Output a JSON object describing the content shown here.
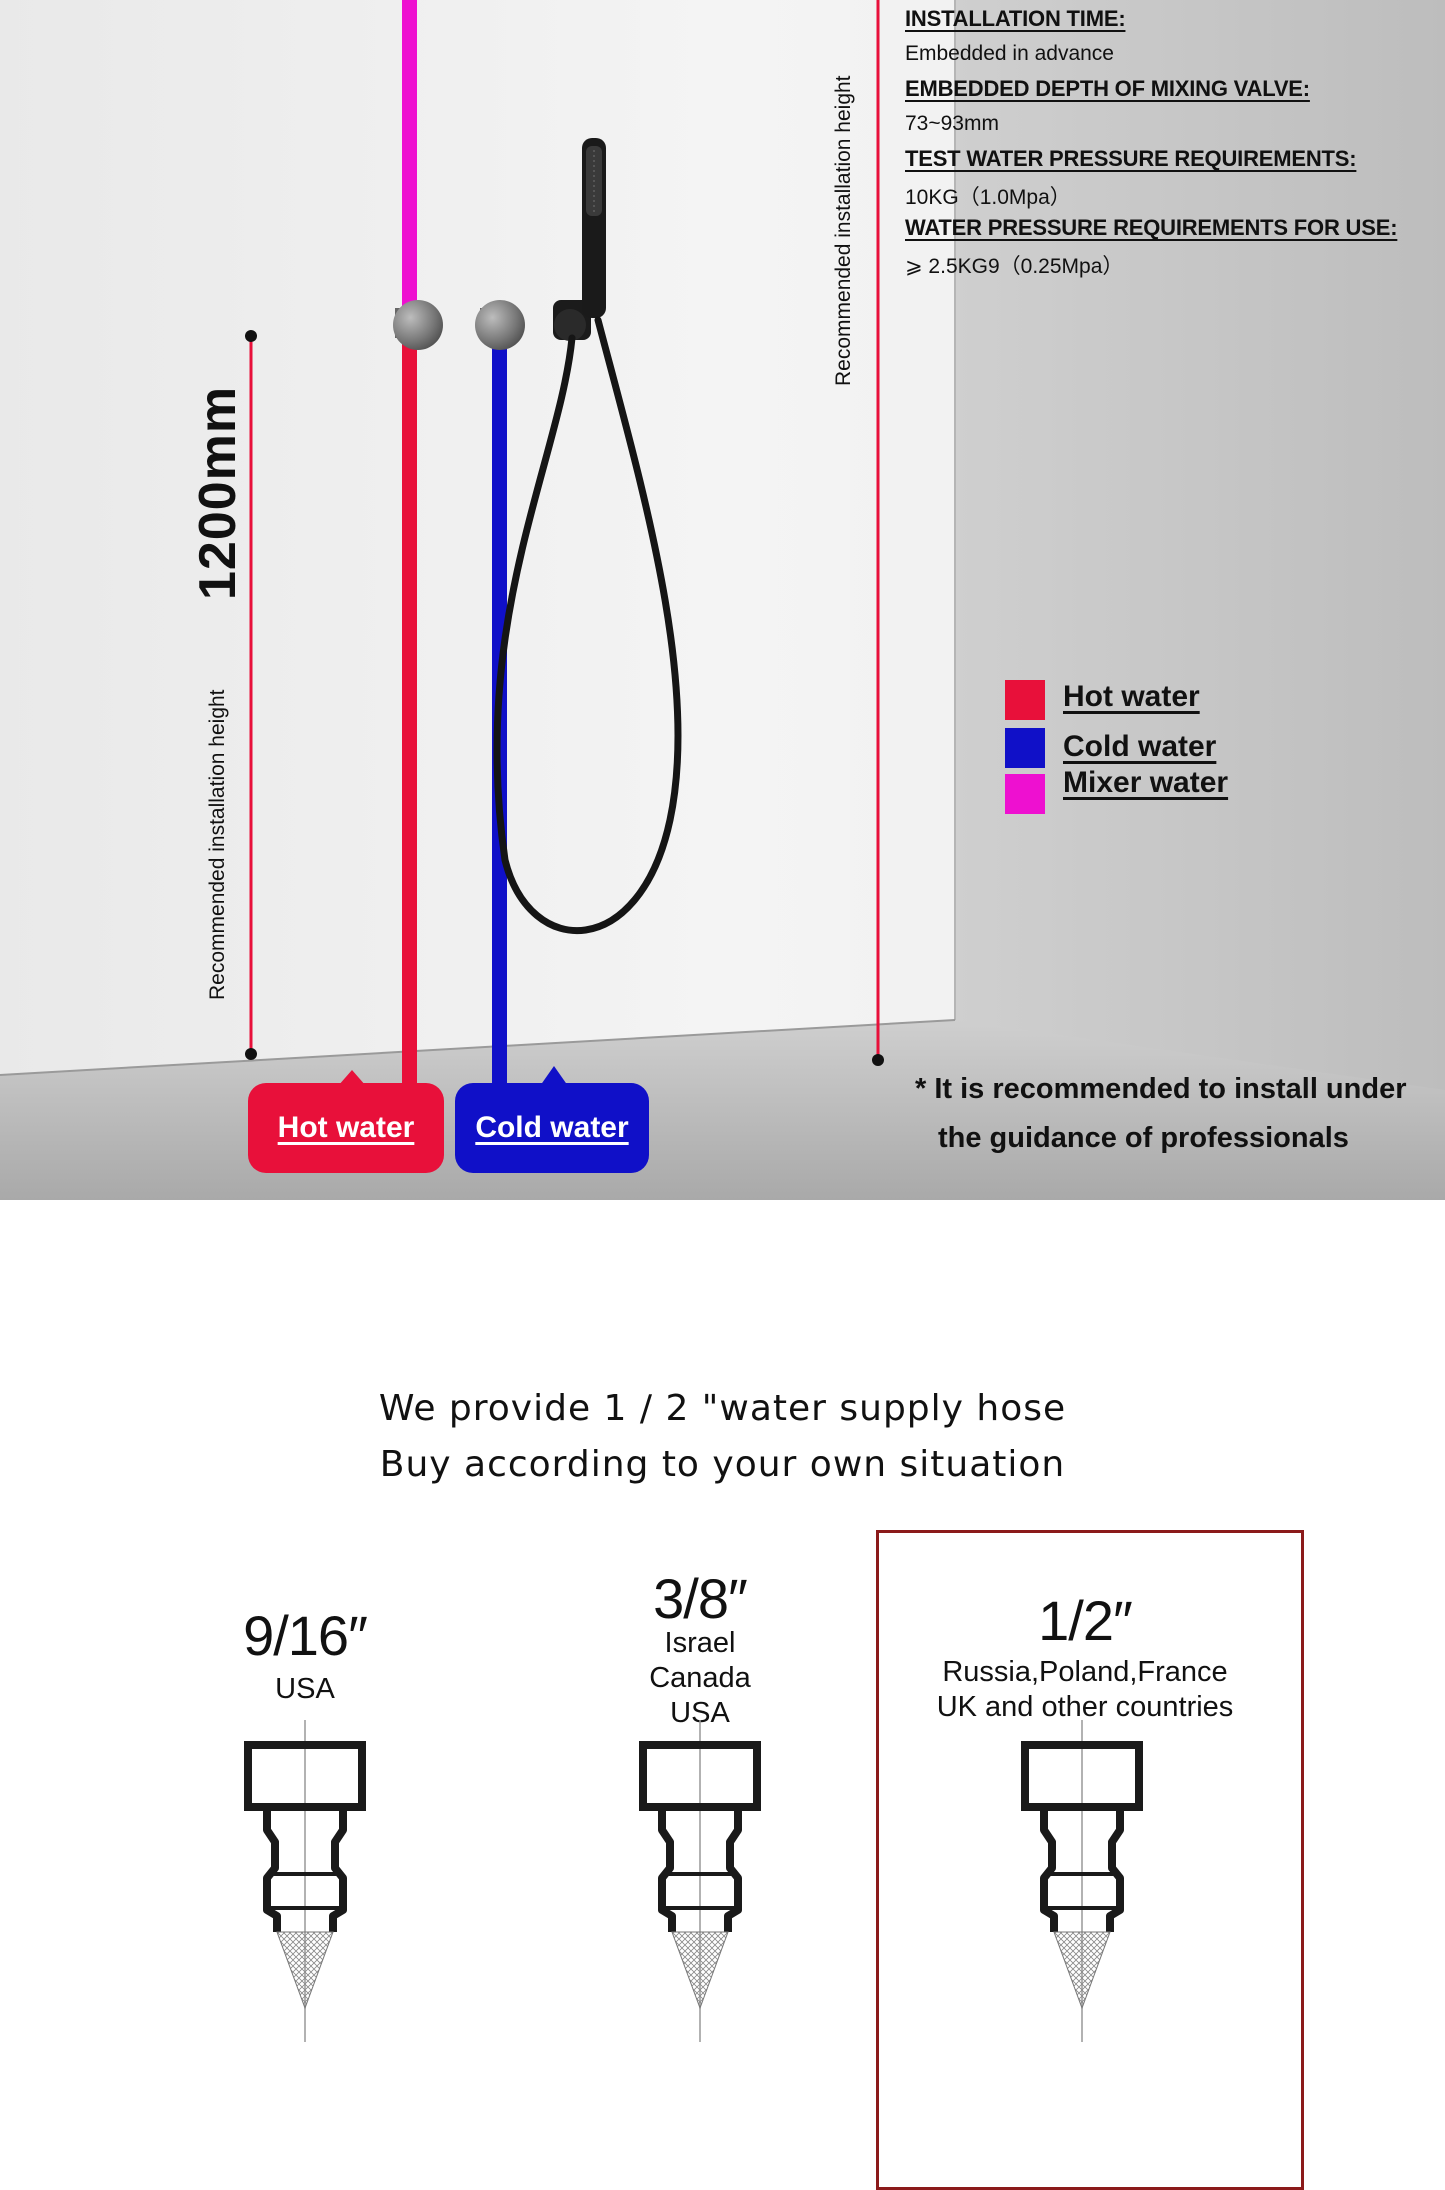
{
  "specs": [
    {
      "label": "INSTALLATION TIME:",
      "value": "Embedded in advance"
    },
    {
      "label": "EMBEDDED DEPTH OF MIXING VALVE:",
      "value": "73~93mm"
    },
    {
      "label": "TEST WATER PRESSURE REQUIREMENTS:",
      "value": "10KG（1.0Mpa）"
    },
    {
      "label": "WATER PRESSURE REQUIREMENTS FOR USE:",
      "value": "⩾ 2.5KG9（0.25Mpa）"
    }
  ],
  "dimension_label": "1200mm",
  "recommended_height_label": "Recommended installation height",
  "legend": [
    {
      "label": "Hot water",
      "color": "#e8103a"
    },
    {
      "label": "Cold water",
      "color": "#1010c8"
    },
    {
      "label": "Mixer water",
      "color": "#ee10d0"
    }
  ],
  "badges": {
    "hot": "Hot water",
    "cold": "Cold water"
  },
  "notes": {
    "line1": "* It is recommended to install under",
    "line2": "the guidance of professionals"
  },
  "headline": {
    "line1": "We provide 1 / 2 \"water supply hose",
    "line2": "Buy according to your own situation"
  },
  "sizes": [
    {
      "title": "9/16″",
      "lines": [
        "USA"
      ]
    },
    {
      "title": "3/8″",
      "lines": [
        "Israel",
        "Canada",
        "USA"
      ]
    },
    {
      "title": "1/2″",
      "lines": [
        "Russia,Poland,France",
        "UK and other countries"
      ]
    }
  ],
  "colors": {
    "hot": "#e8103a",
    "cold": "#1010c8",
    "mixer": "#ee10d0",
    "highlight_box": "#8b1a1a"
  },
  "icons": [
    "hand-shower-icon",
    "valve-knob-icon",
    "hose-connector-icon"
  ]
}
